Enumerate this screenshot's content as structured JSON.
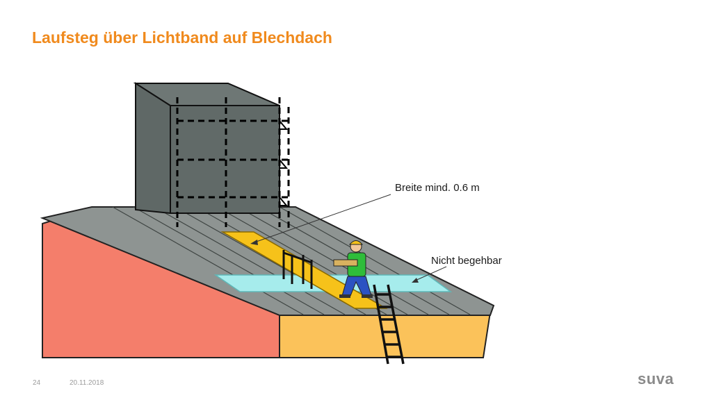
{
  "slide": {
    "title": "Laufsteg über Lichtband auf Blechdach",
    "labels": {
      "width": "Breite mind. 0.6 m",
      "not_walkable": "Nicht begehbar"
    },
    "footer": {
      "page_number": "24",
      "date": "20.11.2018",
      "logo_text": "suva"
    }
  },
  "colors": {
    "title": "#f08a1d",
    "gable_wall": "#f47e6b",
    "front_wall": "#fbc25a",
    "roof": "#8e9492",
    "skylight": "#a6ecec",
    "walkway": "#f6c21a",
    "shaft": "#5f6866"
  }
}
